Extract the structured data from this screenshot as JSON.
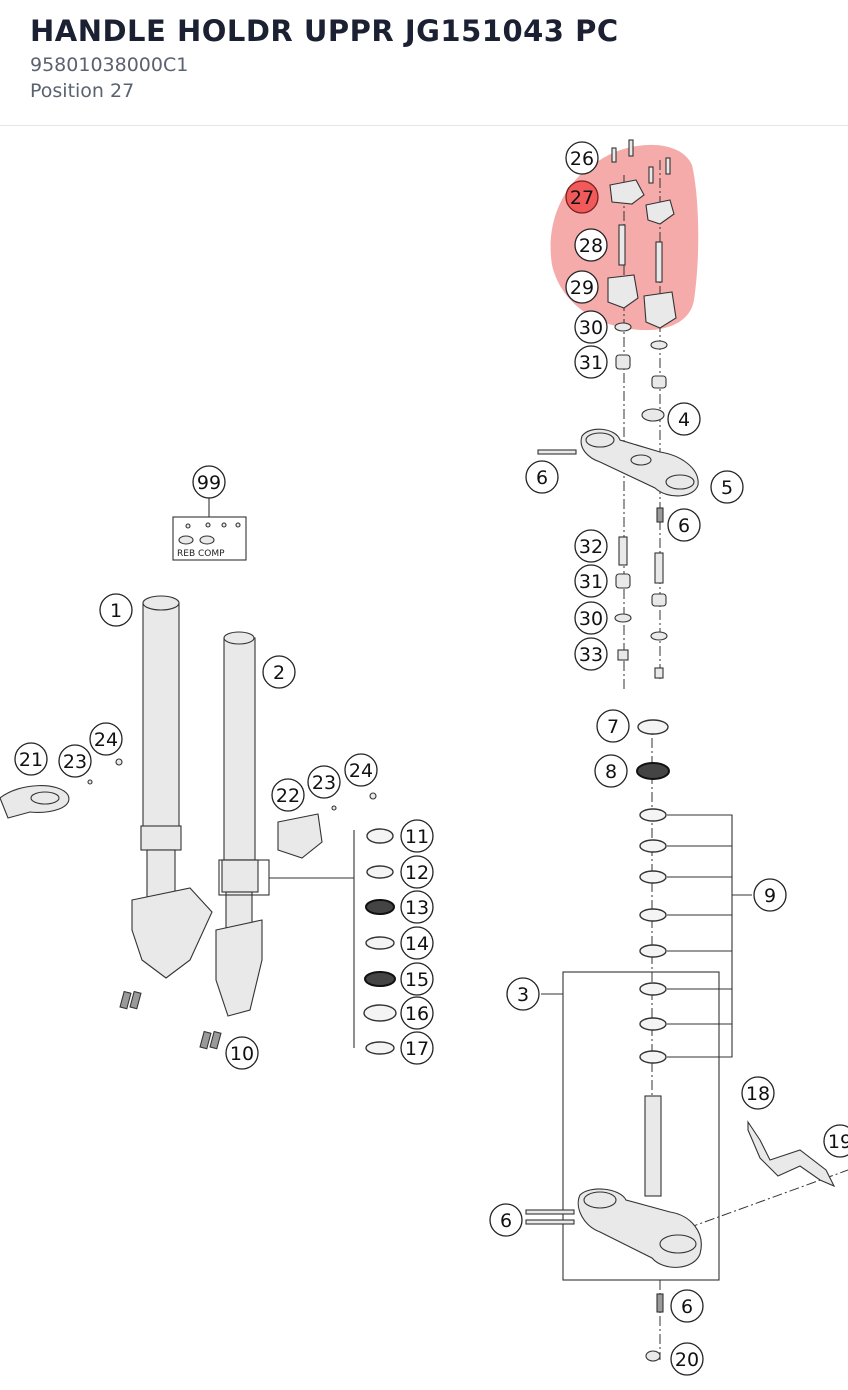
{
  "header": {
    "title": "HANDLE HOLDR UPPR JG151043 PC",
    "part_number": "95801038000C1",
    "position_label": "Position 27"
  },
  "diagram": {
    "highlight_color": "#f28b8b",
    "active_callout_color": "#f05a5a",
    "active_callout": "27",
    "inset_label": "REB COMP",
    "callouts": [
      "26",
      "27",
      "28",
      "29",
      "30",
      "31",
      "4",
      "6",
      "5",
      "6",
      "32",
      "31",
      "30",
      "33",
      "7",
      "8",
      "9",
      "3",
      "6",
      "6",
      "20",
      "18",
      "19",
      "99",
      "1",
      "2",
      "21",
      "23",
      "24",
      "22",
      "23",
      "24",
      "11",
      "12",
      "13",
      "14",
      "15",
      "16",
      "17",
      "10"
    ]
  }
}
